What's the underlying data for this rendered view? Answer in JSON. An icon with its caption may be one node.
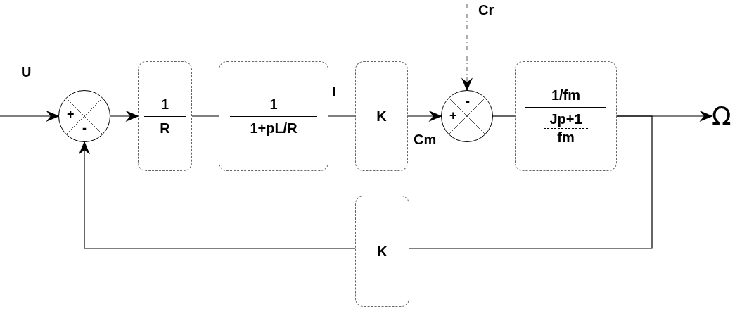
{
  "diagram": {
    "nodes": [
      {
        "text": [
          "+",
          "-"
        ]
      },
      {
        "text": [
          "1",
          "R"
        ]
      },
      {
        "text": [
          "1",
          "1+pL/R"
        ]
      },
      {
        "text": [
          "K"
        ]
      },
      {
        "text": [
          "-",
          "+"
        ]
      },
      {
        "text": [
          "1/fm",
          "Jp+1",
          "fm"
        ]
      },
      {
        "text": [
          "Ω"
        ]
      },
      {
        "text": [
          "K"
        ]
      }
    ],
    "edges": [
      {
        "from": null,
        "to": 0,
        "arrow": "to"
      },
      {
        "from": 0,
        "to": 1,
        "arrow": "to"
      },
      {
        "from": 1,
        "to": 2,
        "arrow": "none"
      },
      {
        "from": 2,
        "to": 3,
        "arrow": "none"
      },
      {
        "from": 3,
        "to": 4,
        "arrow": "to"
      },
      {
        "from": null,
        "to": 4,
        "arrow": "to",
        "style": "dashed",
        "color": "#777777"
      },
      {
        "from": 4,
        "to": 5,
        "arrow": "none"
      },
      {
        "from": 5,
        "to": 6,
        "arrow": "to"
      },
      {
        "from": 5,
        "to": 7,
        "arrow": "none"
      },
      {
        "from": 7,
        "to": 0,
        "arrow": "to"
      }
    ],
    "labels": [
      "U",
      "I",
      "Cm",
      "Cr"
    ]
  }
}
